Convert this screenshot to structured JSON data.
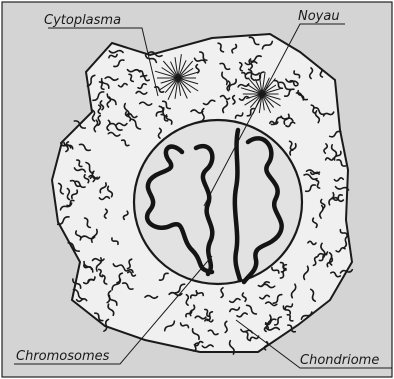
{
  "diagram": {
    "labels": {
      "cytoplasma": "Cytoplasma",
      "noyau": "Noyau",
      "chromosomes": "Chromosomes",
      "chondriome": "Chondriome"
    },
    "colors": {
      "panel": "#d4d4d4",
      "cell_fill": "#f0f0f0",
      "nucleus_fill": "#e2e2e2",
      "ink": "#141414"
    }
  }
}
